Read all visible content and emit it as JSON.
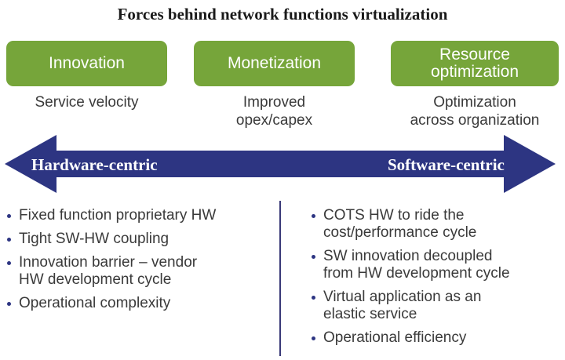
{
  "title": "Forces behind network functions virtualization",
  "forces": [
    {
      "label": "Innovation",
      "caption": "Service velocity"
    },
    {
      "label": "Monetization",
      "caption": "Improved\nopex/capex"
    },
    {
      "label": "Resource\noptimization",
      "caption": "Optimization\nacross organization"
    }
  ],
  "arrow": {
    "left_label": "Hardware-centric",
    "right_label": "Software-centric"
  },
  "left_bullets": [
    "Fixed function proprietary HW",
    "Tight SW-HW coupling",
    "Innovation barrier – vendor\nHW development cycle",
    "Operational complexity"
  ],
  "right_bullets": [
    "COTS HW to ride the\ncost/performance cycle",
    "SW innovation decoupled\nfrom HW development cycle",
    "Virtual application as an\nelastic service",
    "Operational efficiency"
  ],
  "colors": {
    "box_green": "#76a53a",
    "arrow_navy": "#2d3582",
    "bullet_navy": "#2d3582"
  }
}
